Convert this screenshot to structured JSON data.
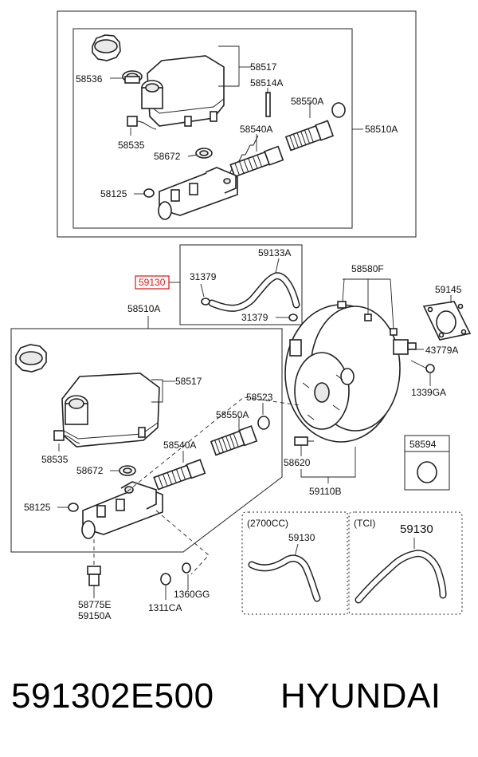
{
  "top_group": {
    "labels": {
      "reservoir": "58517",
      "cap_seal": "58536",
      "pin": "58514A",
      "piston_kit_a": "58550A",
      "connector": "58535",
      "seal_kit": "58540A",
      "master_cyl": "58510A",
      "grommet": "58672",
      "plug": "58125"
    }
  },
  "hose_group": {
    "highlight": "59130",
    "labels": {
      "hose": "59133A",
      "clip_top": "31379",
      "clip_bottom": "31379"
    }
  },
  "booster_group": {
    "labels": {
      "filter": "58580F",
      "gasket": "59145",
      "bolt": "43779A",
      "nut": "1339GA",
      "oring_box": "58594",
      "check_valve": "58620",
      "booster": "59110B"
    }
  },
  "lower_group": {
    "labels": {
      "master_cyl": "58510A",
      "reservoir": "58517",
      "oring": "58523",
      "piston_kit_a": "58550A",
      "seal_kit": "58540A",
      "connector": "58535",
      "grommet": "58672",
      "plug": "58125",
      "fitting": "58775E",
      "fitting_b": "59150A",
      "washer": "1360GG",
      "nut": "1311CA"
    }
  },
  "variants": {
    "left": {
      "title": "(2700CC)",
      "part": "59130"
    },
    "right": {
      "title": "(TCI)",
      "part": "59130"
    }
  },
  "footer": {
    "part_number": "591302E500",
    "brand": "HYUNDAI"
  }
}
